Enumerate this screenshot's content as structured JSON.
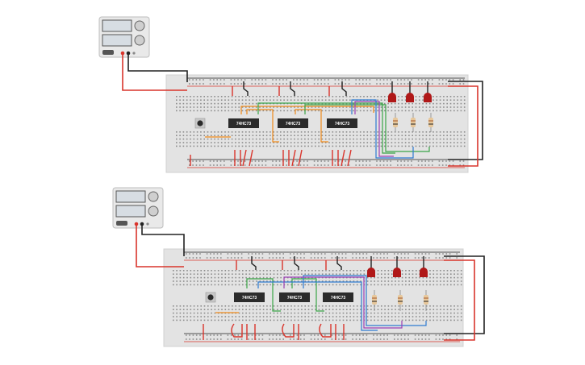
{
  "canvas": {
    "background": "#ffffff"
  },
  "colors": {
    "board": "#e3e3e3",
    "board_edge": "#d0d0d0",
    "hole": "#8c8c8c",
    "rail_red": "#d9342b",
    "rail_black": "#222222",
    "chip": "#2b2b2b",
    "led": "#b01818",
    "resistor": "#e7c79a",
    "wire_orange": "#f08a1c",
    "wire_green": "#3aa547",
    "wire_purple": "#9b3fb5",
    "wire_blue": "#2f7bd1",
    "wire_red": "#d9342b",
    "wire_black": "#222222",
    "psu_body": "#e9e9e9",
    "psu_screen": "#d7dde3"
  },
  "circuits": [
    {
      "id": "circuit-1",
      "power_supply": {
        "icon": "power-supply-icon"
      },
      "button": {
        "icon": "pushbutton-icon"
      },
      "chips": [
        {
          "label": "74HC73"
        },
        {
          "label": "74HC73"
        },
        {
          "label": "74HC73"
        }
      ],
      "led_count": 3,
      "resistor_count": 3
    },
    {
      "id": "circuit-2",
      "power_supply": {
        "icon": "power-supply-icon"
      },
      "button": {
        "icon": "pushbutton-icon"
      },
      "chips": [
        {
          "label": "74HC73"
        },
        {
          "label": "74HC73"
        },
        {
          "label": "74HC73"
        }
      ],
      "led_count": 3,
      "resistor_count": 3
    }
  ]
}
